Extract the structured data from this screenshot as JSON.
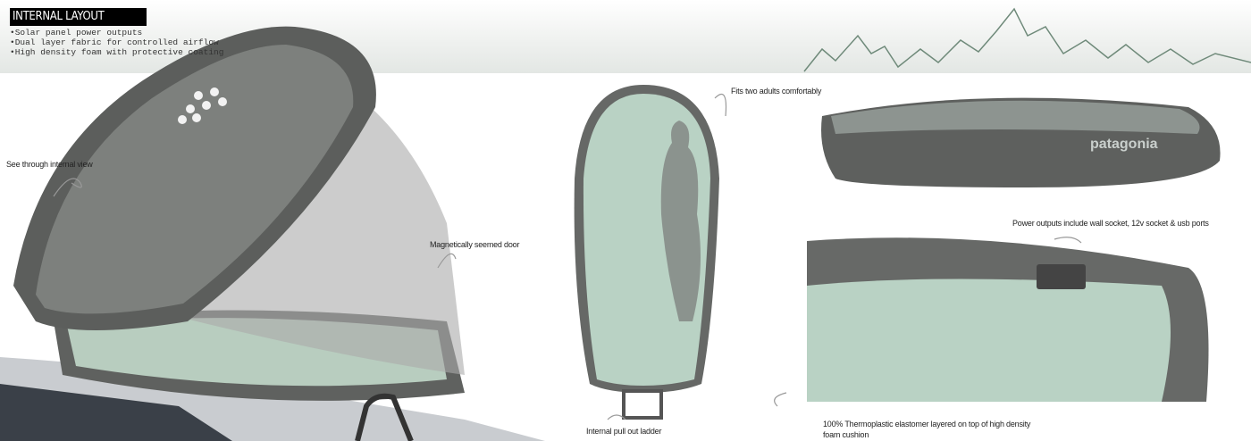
{
  "header": {
    "title": "INTERNAL LAYOUT",
    "bullets": [
      "•Solar panel power outputs",
      "•Dual layer fabric for controlled airflow",
      "•High density foam with protective coating"
    ]
  },
  "annotations": {
    "see_through": "See through internal view",
    "door": "Magnetically seemed door",
    "fits": "Fits two adults comfortably",
    "ladder": "Internal pull out ladder",
    "power": "Power outputs include wall socket, 12v socket & usb ports",
    "material_line1": "100% Thermoplastic elastomer layered on top of high density",
    "material_line2": "foam cushion"
  },
  "brand_logo": "patagonia",
  "colors": {
    "shell": "#5c5e5c",
    "foam": "#b9d2c4",
    "mesh": "#9a9c9a"
  }
}
